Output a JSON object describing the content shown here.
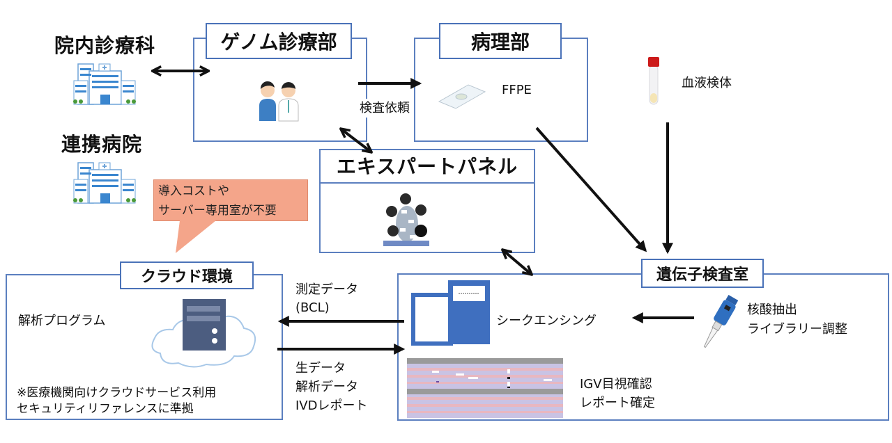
{
  "left": {
    "internal_dept_label": "院内診療科",
    "partner_hospital_label": "連携病院",
    "hospital_icon": "hospital-building-icon"
  },
  "genome_dept": {
    "title": "ゲノム診療部",
    "icon": "doctor-patient-icon"
  },
  "pathology_dept": {
    "title": "病理部",
    "specimen_label": "FFPE",
    "icon": "slide-glass-icon"
  },
  "request_label": "検査依頼",
  "blood": {
    "label": "血液検体",
    "icon": "blood-tube-icon"
  },
  "expert_panel": {
    "title": "エキスパートパネル",
    "icon": "meeting-icon"
  },
  "callout": {
    "line1": "導入コストや",
    "line2": "サーバー専用室が不要"
  },
  "cloud": {
    "title": "クラウド環境",
    "program_label": "解析プログラム",
    "icon": "cloud-server-icon",
    "note_line1": "※医療機関向けクラウドサービス利用",
    "note_line2": "セキュリティリファレンスに準拠"
  },
  "transfer": {
    "upload_line1": "測定データ",
    "upload_line2": "(BCL)",
    "download_line1": "生データ",
    "download_line2": "解析データ",
    "download_line3": "IVDレポート"
  },
  "gene_lab": {
    "title": "遺伝子検査室",
    "sequencing_label": "シークエンシング",
    "sequencer_icon": "sequencer-icon",
    "prep_line1": "核酸抽出",
    "prep_line2": "ライブラリー調整",
    "pipette_icon": "pipette-icon",
    "igv_line1": "IGV目視確認",
    "igv_line2": "レポート確定",
    "igv_icon": "igv-screenshot-icon"
  },
  "colors": {
    "box_border": "#5b7fbf",
    "callout_fill": "#f4a58a",
    "sequencer_blue": "#3f6fbf",
    "tube_cap": "#cc1a1a"
  }
}
